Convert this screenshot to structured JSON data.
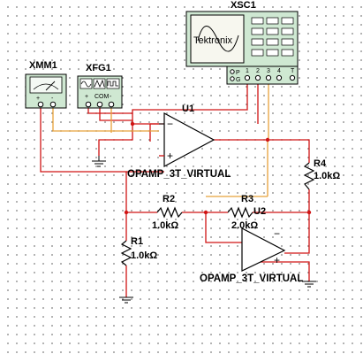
{
  "instruments": {
    "multimeter": {
      "ref": "XMM1",
      "plus": "+",
      "minus": "-"
    },
    "function_generator": {
      "ref": "XFG1",
      "plus": "+",
      "com": "COM",
      "minus": "-"
    },
    "oscilloscope": {
      "ref": "XSC1",
      "brand": "Tektronix",
      "channel_labels": [
        "1",
        "2",
        "3",
        "4",
        "T"
      ],
      "side_labels": [
        "P",
        "G"
      ]
    }
  },
  "components": {
    "u1": {
      "ref": "U1",
      "model": "OPAMP_3T_VIRTUAL"
    },
    "u2": {
      "ref": "U2",
      "model": "OPAMP_3T_VIRTUAL"
    },
    "r1": {
      "ref": "R1",
      "value": "1.0kΩ"
    },
    "r2": {
      "ref": "R2",
      "value": "1.0kΩ"
    },
    "r3": {
      "ref": "R3",
      "value": "2.0kΩ"
    },
    "r4": {
      "ref": "R4",
      "value": "1.0kΩ"
    }
  },
  "symbols": {
    "plus": "+",
    "minus": "−"
  },
  "colors": {
    "wire_red": "#d01414",
    "wire_orange": "#e7a23a",
    "instrument_face": "#cfe8d2",
    "opamp_fill": "#ffffff",
    "background": "#ffffff",
    "grid_dot": "#6f6f6f"
  }
}
